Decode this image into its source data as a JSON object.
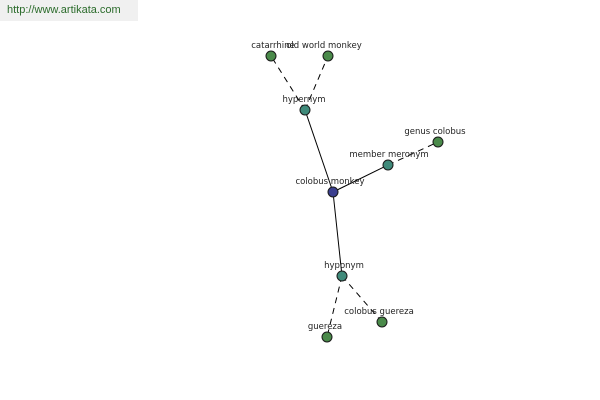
{
  "watermark": "http://www.artikata.com",
  "colors": {
    "center": "#3b3f8f",
    "relation": "#3f8a7a",
    "leaf": "#4a8a4a",
    "edge": "#000000"
  },
  "nodes": [
    {
      "id": "colobus",
      "label": "colobus monkey",
      "kind": "center"
    },
    {
      "id": "hypernym",
      "label": "hypernym",
      "kind": "relation"
    },
    {
      "id": "hyponym",
      "label": "hyponym",
      "kind": "relation"
    },
    {
      "id": "meronym",
      "label": "member meronym",
      "kind": "relation"
    },
    {
      "id": "catarrhine",
      "label": "catarrhine",
      "kind": "leaf"
    },
    {
      "id": "oldworld",
      "label": "old world monkey",
      "kind": "leaf"
    },
    {
      "id": "genus",
      "label": "genus colobus",
      "kind": "leaf"
    },
    {
      "id": "guereza",
      "label": "guereza",
      "kind": "leaf"
    },
    {
      "id": "colguereza",
      "label": "colobus guereza",
      "kind": "leaf"
    }
  ],
  "edges": [
    {
      "from": "colobus",
      "to": "hypernym",
      "style": "solid"
    },
    {
      "from": "colobus",
      "to": "hyponym",
      "style": "solid"
    },
    {
      "from": "colobus",
      "to": "meronym",
      "style": "solid"
    },
    {
      "from": "hypernym",
      "to": "catarrhine",
      "style": "dashed"
    },
    {
      "from": "hypernym",
      "to": "oldworld",
      "style": "dashed"
    },
    {
      "from": "meronym",
      "to": "genus",
      "style": "dashed"
    },
    {
      "from": "hyponym",
      "to": "guereza",
      "style": "dashed"
    },
    {
      "from": "hyponym",
      "to": "colguereza",
      "style": "dashed"
    }
  ]
}
